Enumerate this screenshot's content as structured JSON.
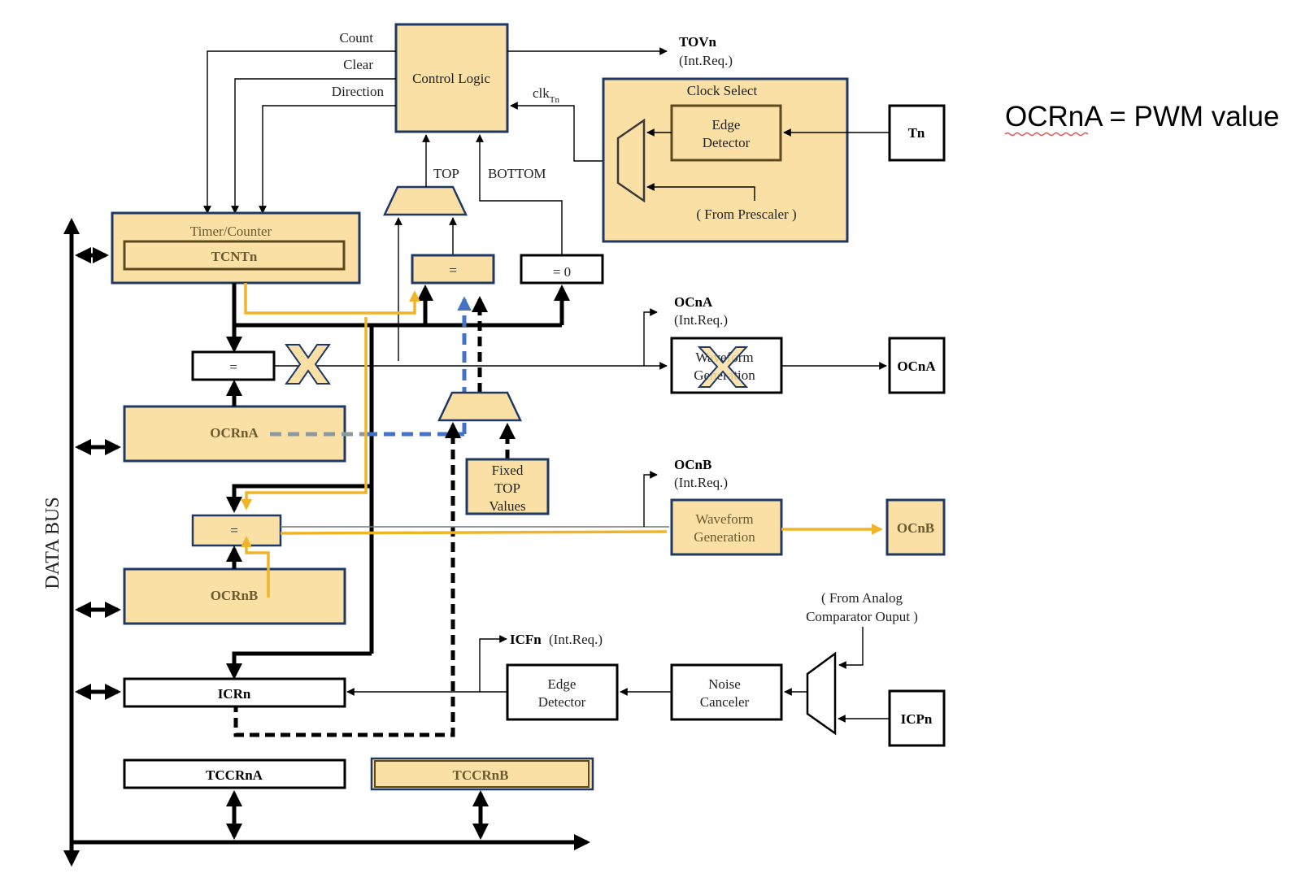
{
  "note": "OCRnA = PWM value",
  "labels": {
    "count": "Count",
    "clear": "Clear",
    "direction": "Direction",
    "control_logic": "Control Logic",
    "tovn": "TOVn",
    "tovn_int": "(Int.Req.)",
    "clk": "clk",
    "clk_sub": "Tn",
    "clock_select": "Clock Select",
    "edge_detector_1": "Edge",
    "edge_detector_2": "Detector",
    "from_prescaler": "( From Prescaler )",
    "tn": "Tn",
    "top": "TOP",
    "bottom": "BOTTOM",
    "timer_counter": "Timer/Counter",
    "tcntn": "TCNTn",
    "eq": "=",
    "eq_zero": "= 0",
    "ocna_int": "OCnA",
    "ocna_int_req": "(Int.Req.)",
    "waveform_1": "Waveform",
    "waveform_2": "Generation",
    "ocna_out": "OCnA",
    "ocrna": "OCRnA",
    "fixed_1": "Fixed",
    "fixed_2": "TOP",
    "fixed_3": "Values",
    "ocnb_int": "OCnB",
    "ocnb_int_req": "(Int.Req.)",
    "ocnb_out": "OCnB",
    "ocrnb": "OCRnB",
    "data_bus": "DATA BUS",
    "from_analog_1": "( From Analog",
    "from_analog_2": "Comparator Ouput )",
    "icfn": "ICFn",
    "icfn_int": "(Int.Req.)",
    "noise_1": "Noise",
    "noise_2": "Canceler",
    "icpn": "ICPn",
    "icrn": "ICRn",
    "tccrna": "TCCRnA",
    "tccrnb": "TCCRnB"
  },
  "colors": {
    "highlight_fill": "#fbe0a5",
    "highlight_stroke": "#1f3864",
    "yellow_path": "#f0b429",
    "blue_path": "#4472c4",
    "grey_path": "#8c9aa0",
    "disabled_cross": "#fbe0a5"
  }
}
